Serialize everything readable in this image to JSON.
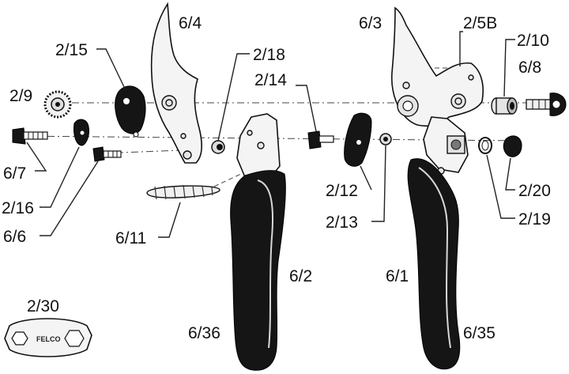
{
  "labels": {
    "p6_4": "6/4",
    "p6_3": "6/3",
    "p2_5b": "2/5B",
    "p2_10": "2/10",
    "p6_8": "6/8",
    "p2_15": "2/15",
    "p2_18": "2/18",
    "p2_14": "2/14",
    "p2_9": "2/9",
    "p6_7": "6/7",
    "p2_16": "2/16",
    "p6_6": "6/6",
    "p6_11": "6/11",
    "p2_12": "2/12",
    "p2_13": "2/13",
    "p2_20": "2/20",
    "p2_19": "2/19",
    "p6_2": "6/2",
    "p6_1": "6/1",
    "p6_36": "6/36",
    "p6_35": "6/35",
    "p2_30": "2/30"
  },
  "tool_text": "FELCO"
}
